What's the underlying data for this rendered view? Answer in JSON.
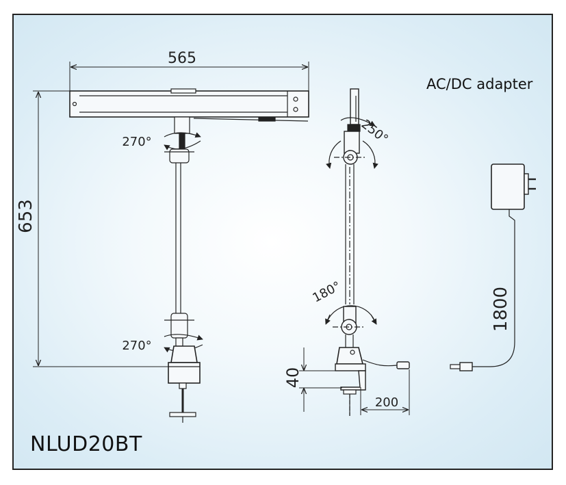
{
  "model": "NLUD20BT",
  "adapter_label": "AC/DC adapter",
  "dims": {
    "width": "565",
    "height": "653",
    "rotate_head": "270°",
    "rotate_base": "270°",
    "tilt_head": "250°",
    "tilt_arm": "180°",
    "clamp_height": "40",
    "clamp_depth": "200",
    "cord_length": "1800"
  }
}
